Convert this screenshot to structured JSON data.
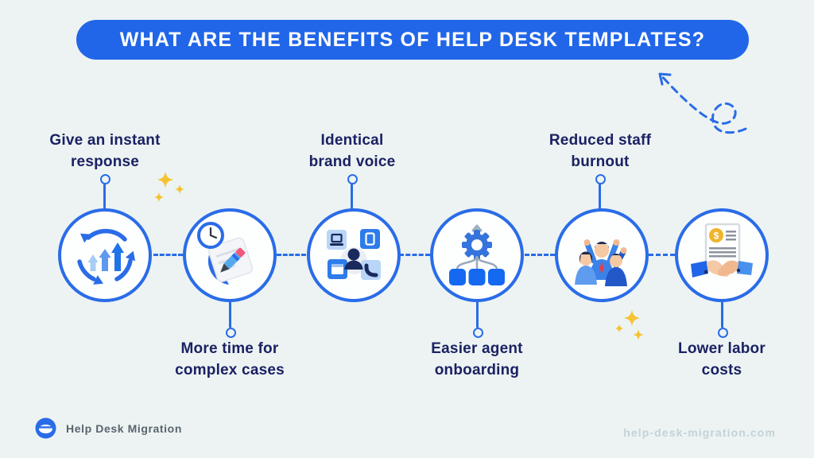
{
  "header": {
    "title": "WHAT ARE THE BENEFITS OF HELP DESK TEMPLATES?"
  },
  "benefits": [
    {
      "label": "Give an instant response",
      "icon": "cycle-growth-icon",
      "label_position": "top"
    },
    {
      "label": "More time for complex cases",
      "icon": "time-notes-icon",
      "label_position": "bottom"
    },
    {
      "label": "Identical brand voice",
      "icon": "brand-channels-icon",
      "label_position": "top"
    },
    {
      "label": "Easier agent onboarding",
      "icon": "gear-workflow-icon",
      "label_position": "bottom"
    },
    {
      "label": "Reduced staff burnout",
      "icon": "happy-team-icon",
      "label_position": "top"
    },
    {
      "label": "Lower labor costs",
      "icon": "contract-handshake-icon",
      "label_position": "bottom"
    }
  ],
  "icon_glyphs": {
    "money_symbol": "$"
  },
  "footer": {
    "brand": "Help Desk Migration",
    "website": "help-desk-migration.com"
  },
  "colors": {
    "background": "#ecf3f2",
    "accent_blue": "#2166e8",
    "line_blue": "#2a6ce8",
    "label_navy": "#1b2163",
    "sparkle_yellow": "#f5c332",
    "footer_brand_gray": "#5a646e",
    "footer_url_gray": "#c3d2da"
  }
}
